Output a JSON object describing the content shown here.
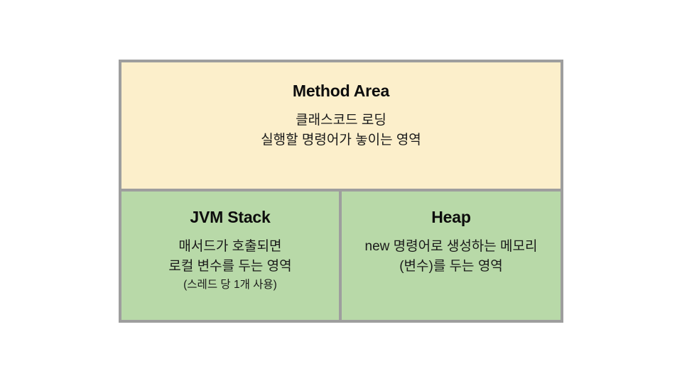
{
  "diagram": {
    "kind": "jvm-memory-structure",
    "background_color": "#ffffff",
    "border_color": "#9e9e9e",
    "regions": [
      {
        "id": "method-area",
        "title": "Method Area",
        "fill_color": "#fcefcb",
        "lines": [
          "클래스코드 로딩",
          "실행할 명령어가 놓이는 영역"
        ]
      },
      {
        "id": "jvm-stack",
        "title": "JVM Stack",
        "fill_color": "#b8d9a8",
        "lines": [
          "매서드가 호출되면",
          "로컬 변수를 두는 영역"
        ],
        "note": "(스레드 당 1개 사용)"
      },
      {
        "id": "heap",
        "title": "Heap",
        "fill_color": "#b8d9a8",
        "lines": [
          "new 명령어로 생성하는 메모리",
          "(변수)를 두는 영역"
        ]
      }
    ]
  }
}
